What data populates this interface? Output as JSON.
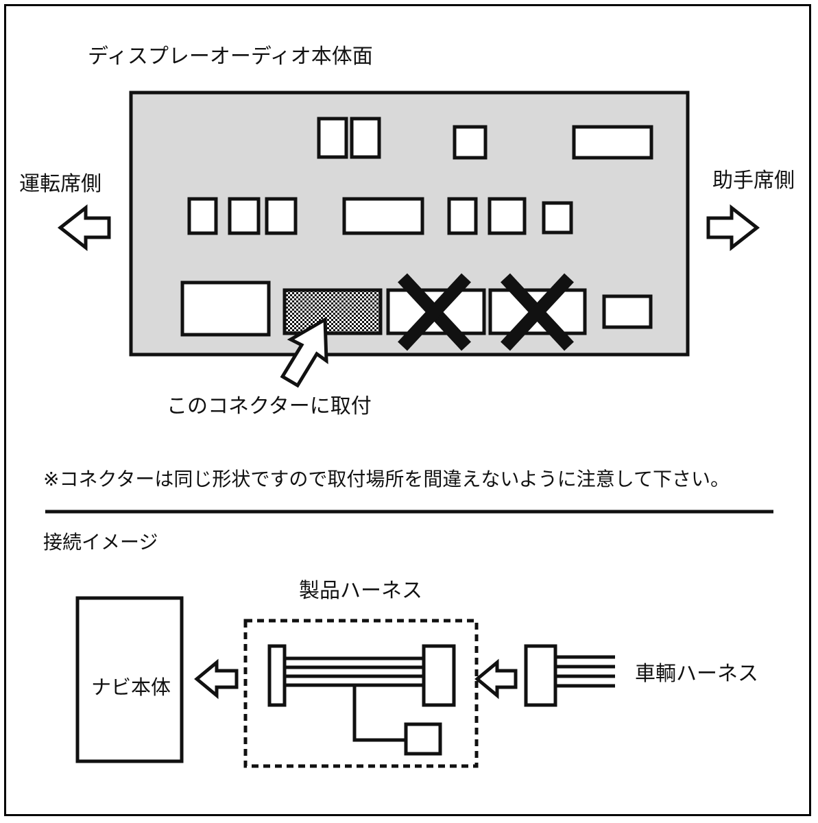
{
  "panel": {
    "title": "ディスプレーオーディオ本体面",
    "driver_side": "運転席側",
    "passenger_side": "助手席側",
    "install_label": "このコネクターに取付"
  },
  "notice": "※コネクターは同じ形状ですので取付場所を間違えないように注意して下さい。",
  "connection": {
    "title": "接続イメージ",
    "product_harness": "製品ハーネス",
    "navi_unit": "ナビ本体",
    "vehicle_harness": "車輌ハーネス"
  },
  "colors": {
    "panel_fill": "#d9d9d9",
    "stroke": "#111111",
    "background": "#ffffff"
  }
}
